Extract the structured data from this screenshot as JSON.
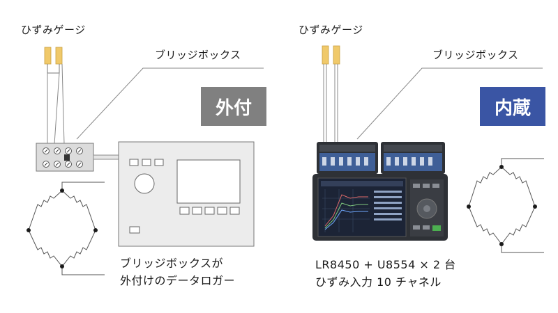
{
  "left": {
    "strain_gauge_label": "ひずみゲージ",
    "bridge_box_label": "ブリッジボックス",
    "badge": "外付",
    "badge_color": "#808080",
    "caption_line1": "ブリッジボックスが",
    "caption_line2": "外付けのデータロガー"
  },
  "right": {
    "strain_gauge_label": "ひずみゲージ",
    "bridge_box_label": "ブリッジボックス",
    "badge": "内蔵",
    "badge_color": "#3a55a4",
    "caption_line1": "LR8450 + U8554 × 2 台",
    "caption_line2": "ひずみ入力 10 チャネル"
  },
  "colors": {
    "gauge": "#f0c96a",
    "device_panel": "#ececec",
    "logger_body": "#2e3136",
    "module_blue": "#3f5f97"
  }
}
